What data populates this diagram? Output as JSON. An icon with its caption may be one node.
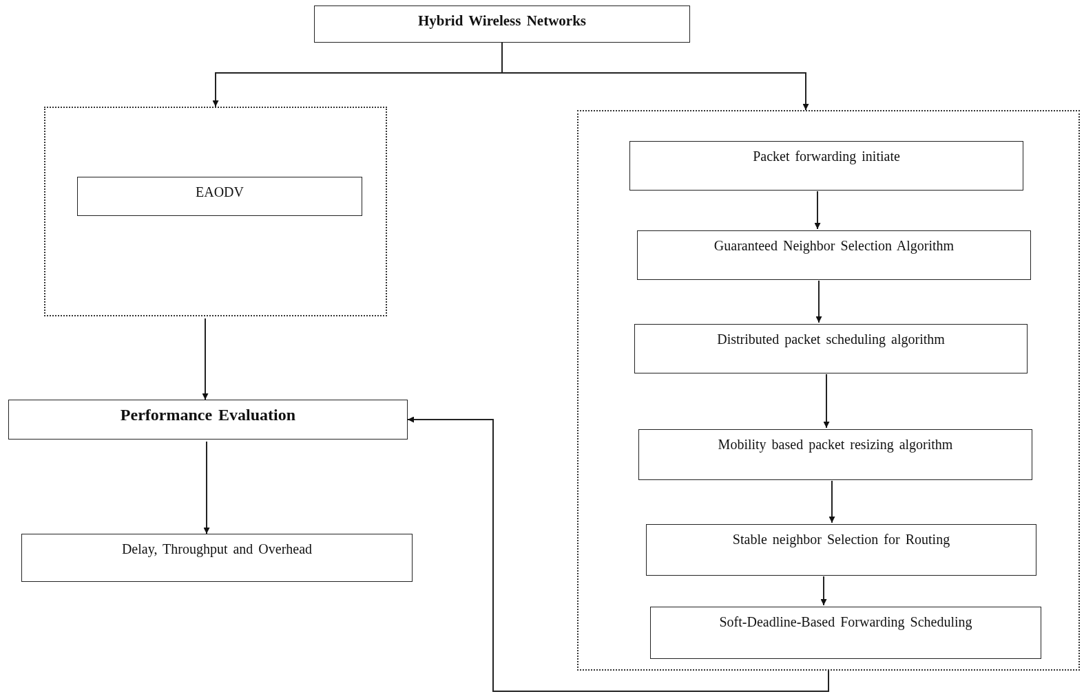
{
  "diagram": {
    "nodes": [
      {
        "text": [
          "Hybrid  Wireless Networks"
        ]
      },
      {
        "text": [],
        "shape": "box"
      },
      {
        "text": [
          "EAODV"
        ],
        "in": 1
      },
      {
        "text": [],
        "shape": "box"
      },
      {
        "text": [
          "Packet forwarding  initiate"
        ],
        "in": 3
      },
      {
        "text": [
          "Guaranteed  Neighbor  Selection Algorithm"
        ],
        "in": 3
      },
      {
        "text": [
          "Distributed  packet scheduling algorithm"
        ],
        "in": 3
      },
      {
        "text": [
          "Mobility  based packet resizing algorithm"
        ],
        "in": 3
      },
      {
        "text": [
          "Stable neighbor  Selection  for Routing"
        ],
        "in": 3
      },
      {
        "text": [
          "Soft-Deadline-Based  Forwarding Scheduling"
        ],
        "in": 3
      },
      {
        "text": [
          "Performance Evaluation"
        ]
      },
      {
        "text": [
          "Delay, Throughput  and Overhead"
        ]
      }
    ],
    "edges": [
      {
        "from": 0,
        "to": 1,
        "arrow": "to"
      },
      {
        "from": 0,
        "to": 3,
        "arrow": "to"
      },
      {
        "from": 1,
        "to": 10,
        "arrow": "to"
      },
      {
        "from": 10,
        "to": 11,
        "arrow": "to"
      },
      {
        "from": 4,
        "to": 5,
        "arrow": "to"
      },
      {
        "from": 5,
        "to": 6,
        "arrow": "to"
      },
      {
        "from": 6,
        "to": 7,
        "arrow": "to"
      },
      {
        "from": 7,
        "to": 8,
        "arrow": "to"
      },
      {
        "from": 8,
        "to": 9,
        "arrow": "to"
      },
      {
        "from": 3,
        "to": 10,
        "arrow": "to"
      }
    ]
  }
}
